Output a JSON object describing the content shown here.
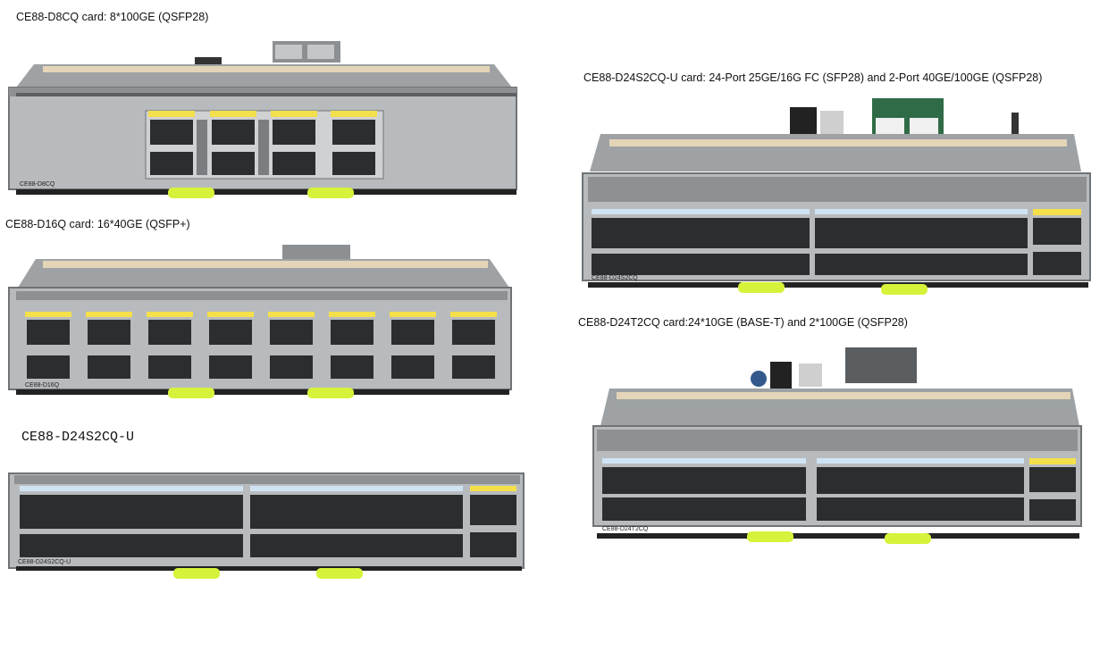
{
  "cards": [
    {
      "caption": "CE88-D8CQ card: 8*100GE (QSFP28)",
      "model": "CE88-D8CQ"
    },
    {
      "caption": "CE88-D16Q card: 16*40GE (QSFP+)",
      "model": "CE88-D16Q"
    },
    {
      "caption": "CE88-D24S2CQ-U",
      "model": "CE88-D24S2CQ-U"
    },
    {
      "caption": "CE88-D24S2CQ-U card: 24-Port 25GE/16G FC (SFP28) and 2-Port 40GE/100GE (QSFP28)",
      "model": "CE88-D24S2CQ"
    },
    {
      "caption": "CE88-D24T2CQ card:24*10GE (BASE-T) and 2*100GE (QSFP28)",
      "model": "CE88-D24T2CQ"
    }
  ],
  "colors": {
    "chassis": "#b8bbbd",
    "chassis_dark": "#6f7376",
    "port_dark": "#2b2d2f",
    "label_yellow": "#f3e04a",
    "label_blue": "#cfe3f3",
    "latch_green": "#d7f23a",
    "beige_strip": "#e4d5b8"
  }
}
